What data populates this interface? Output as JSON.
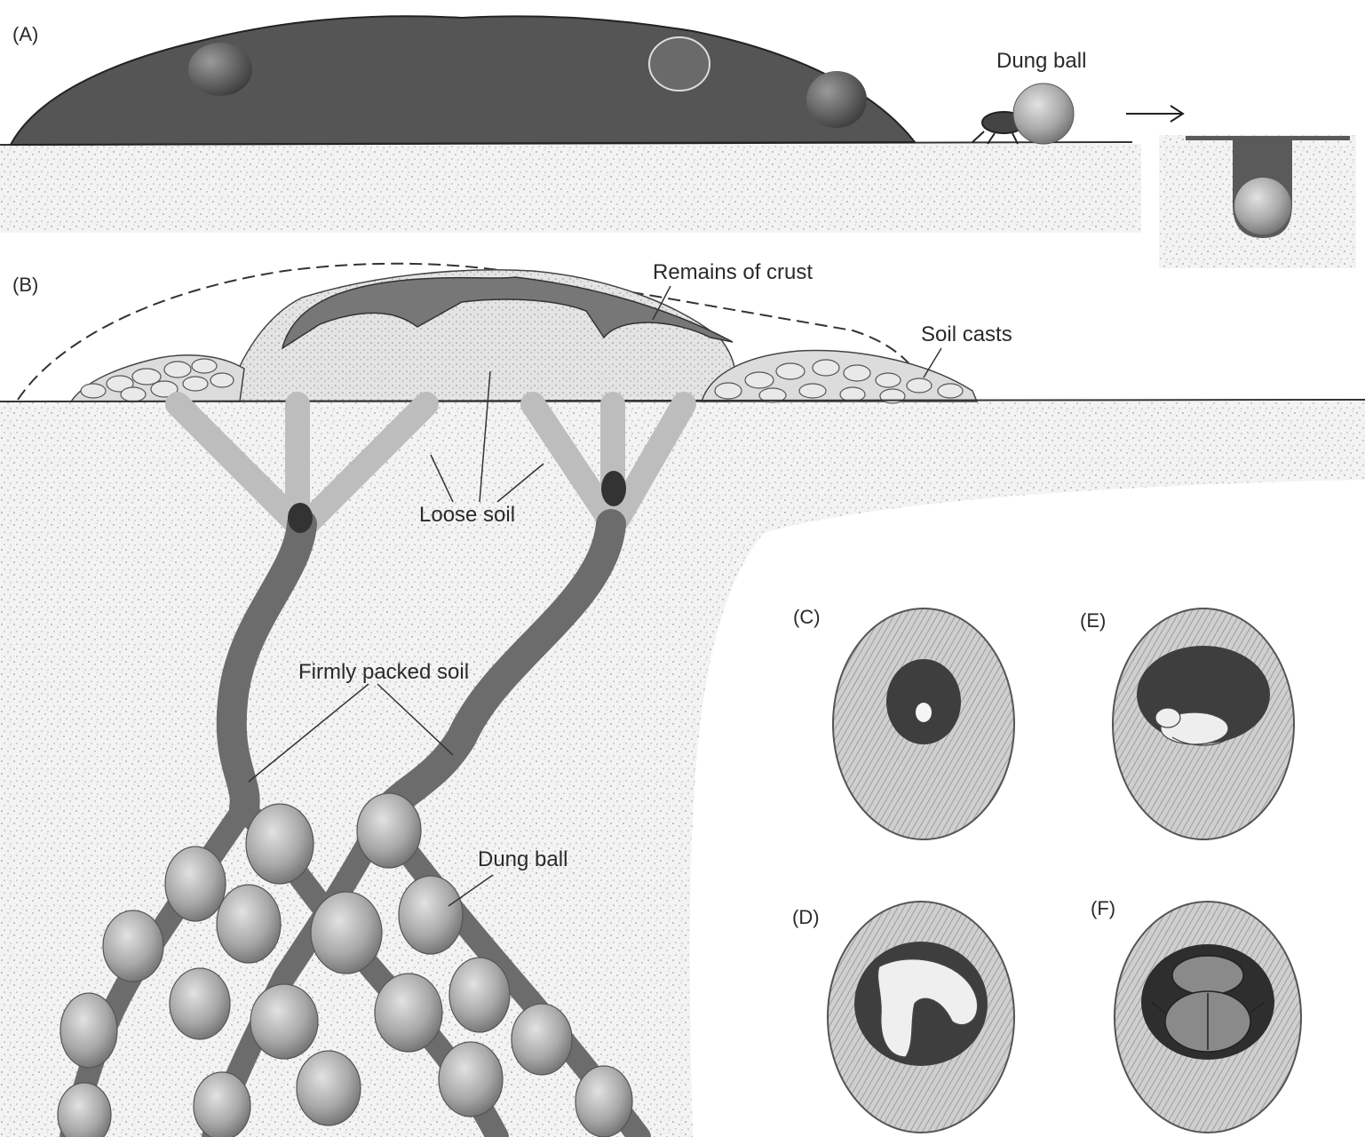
{
  "panels": {
    "a": "(A)",
    "b": "(B)",
    "c": "(C)",
    "d": "(D)",
    "e": "(E)",
    "f": "(F)"
  },
  "labels": {
    "dung_ball_top": "Dung ball",
    "remains_of_crust": "Remains of crust",
    "soil_casts": "Soil casts",
    "loose_soil": "Loose soil",
    "firmly_packed_soil": "Firmly packed soil",
    "dung_ball_bottom": "Dung ball"
  }
}
